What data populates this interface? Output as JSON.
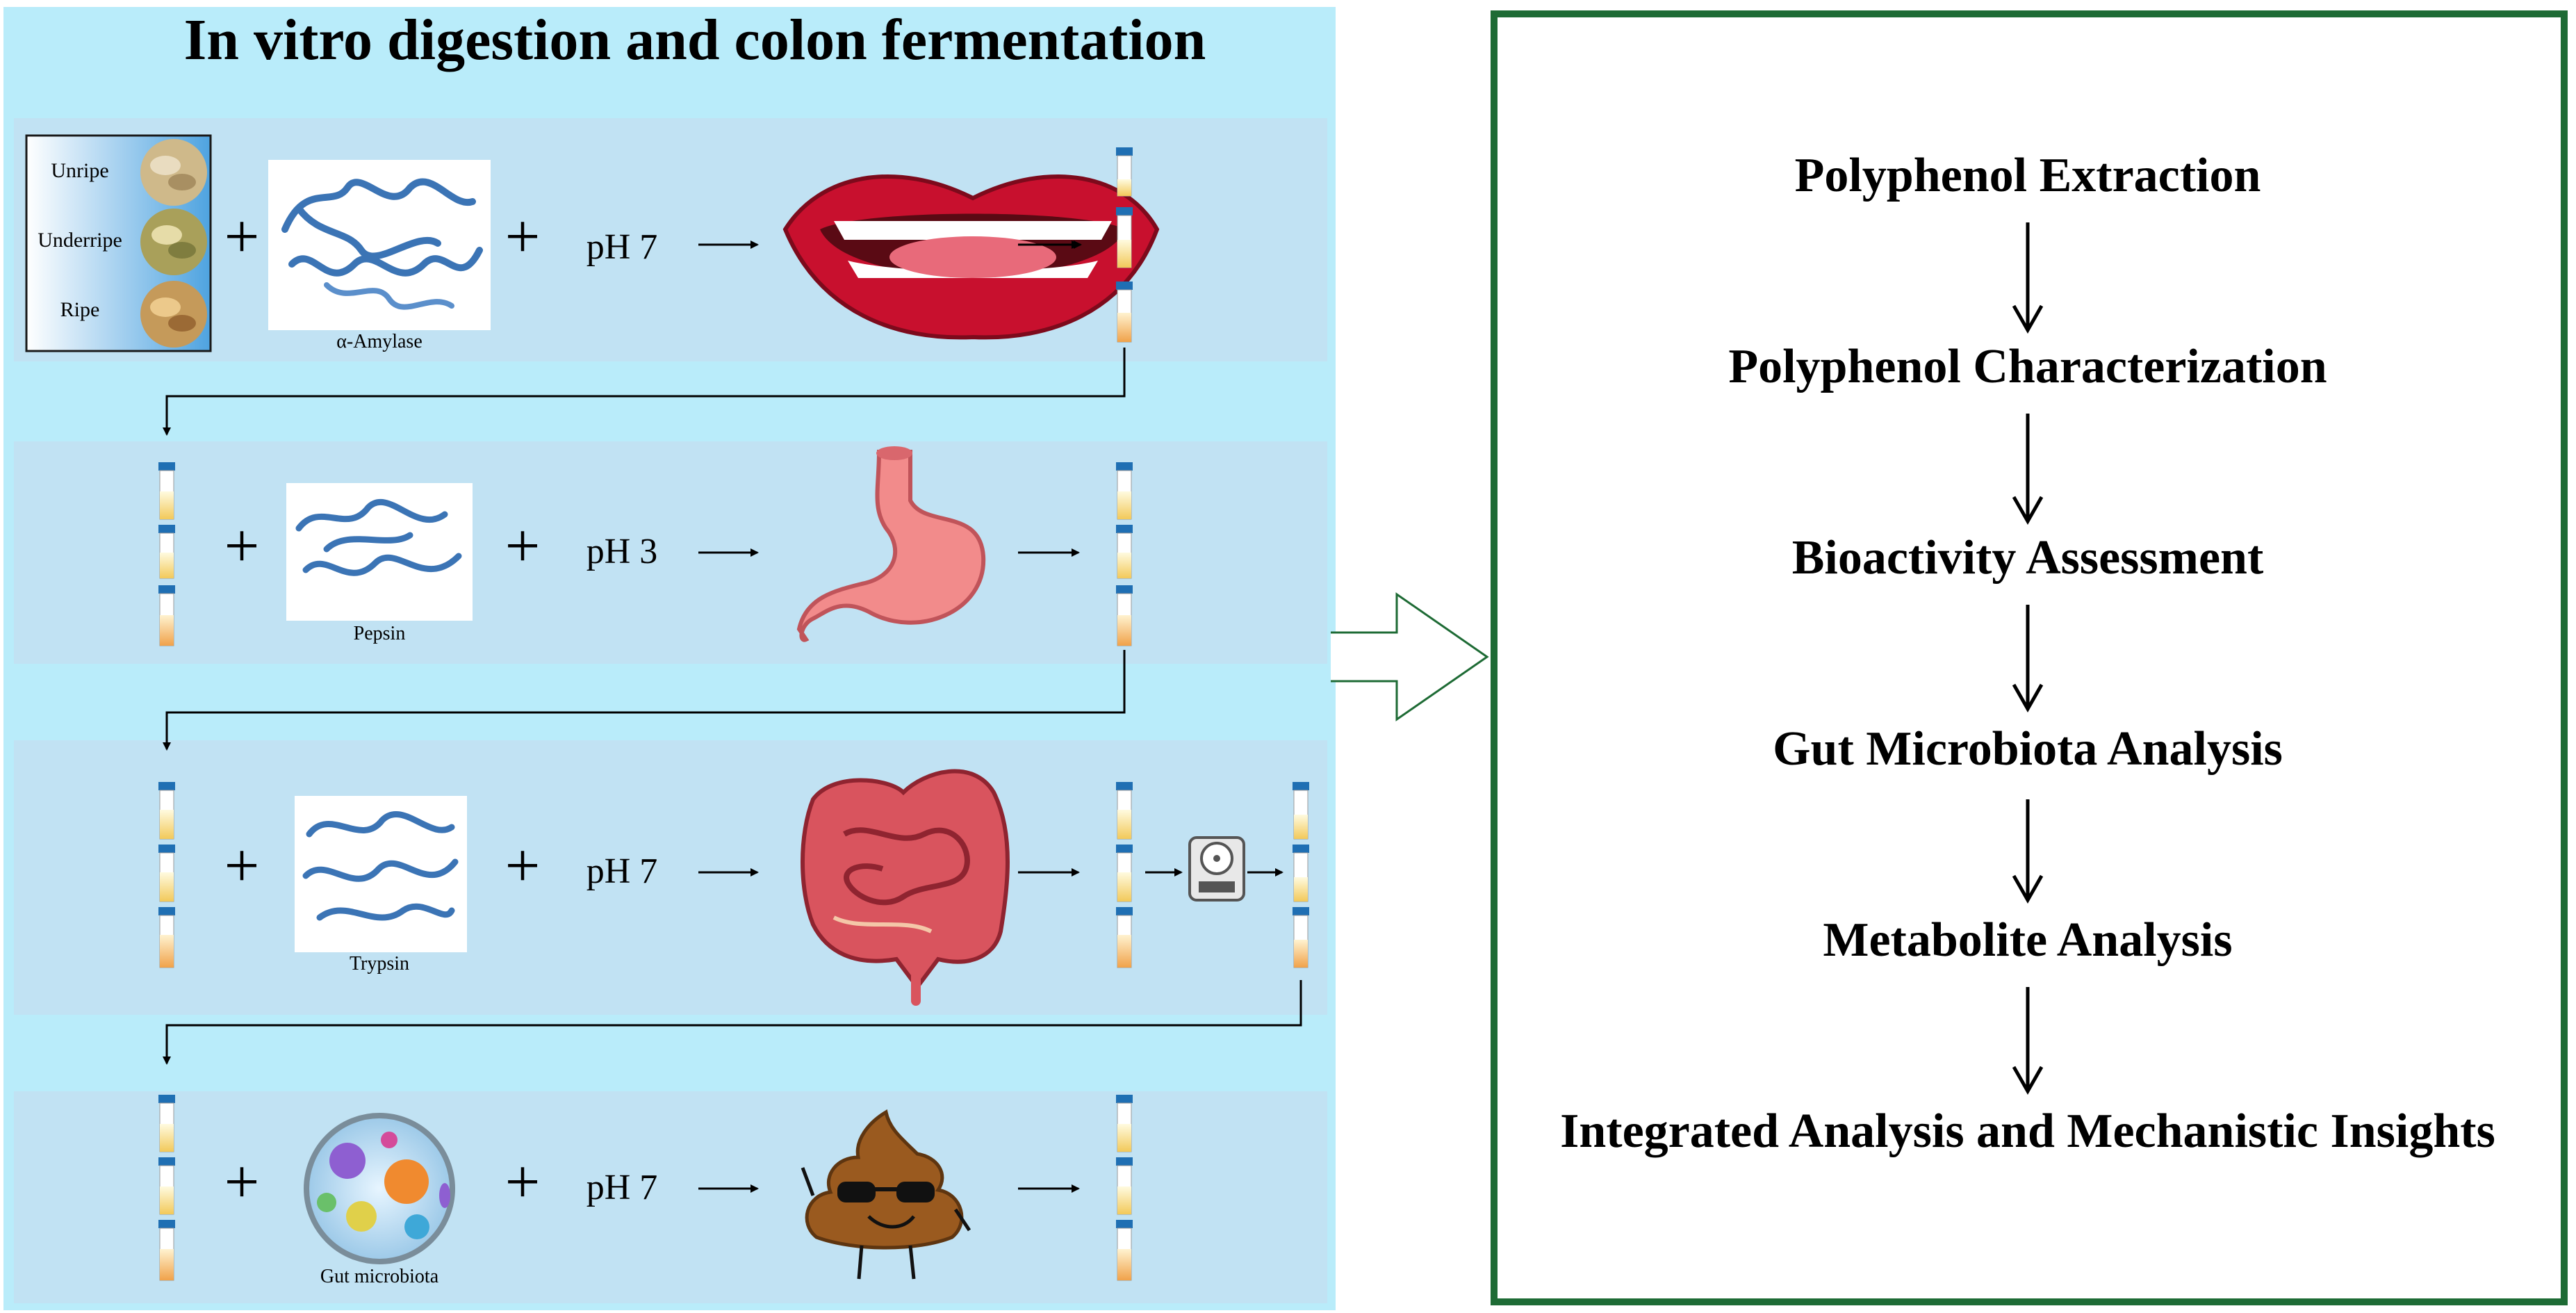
{
  "left_panel": {
    "title": "In vitro digestion and colon fermentation",
    "samples": [
      "Unripe",
      "Underripe",
      "Ripe"
    ],
    "rows": [
      {
        "enzyme": "α-Amylase",
        "ph": "pH 7",
        "organ": "mouth-icon"
      },
      {
        "enzyme": "Pepsin",
        "ph": "pH 3",
        "organ": "stomach-icon"
      },
      {
        "enzyme": "Trypsin",
        "ph": "pH 7",
        "organ": "intestine-icon"
      },
      {
        "enzyme": "Gut microbiota",
        "ph": "pH 7",
        "organ": "poop-icon"
      }
    ],
    "plus_sign": "+",
    "arrow_sign": "→"
  },
  "right_panel": {
    "steps": [
      "Polyphenol Extraction",
      "Polyphenol Characterization",
      "Bioactivity Assessment",
      "Gut Microbiota Analysis",
      "Metabolite Analysis",
      "Integrated Analysis and Mechanistic Insights"
    ]
  },
  "colors": {
    "panel_bg": "#b9e6f5",
    "row_bg": "#c6e4f3",
    "border_green": "#1e6b35",
    "tube_cap": "#1f6fb3",
    "enzyme_blue": "#3b74b5"
  }
}
